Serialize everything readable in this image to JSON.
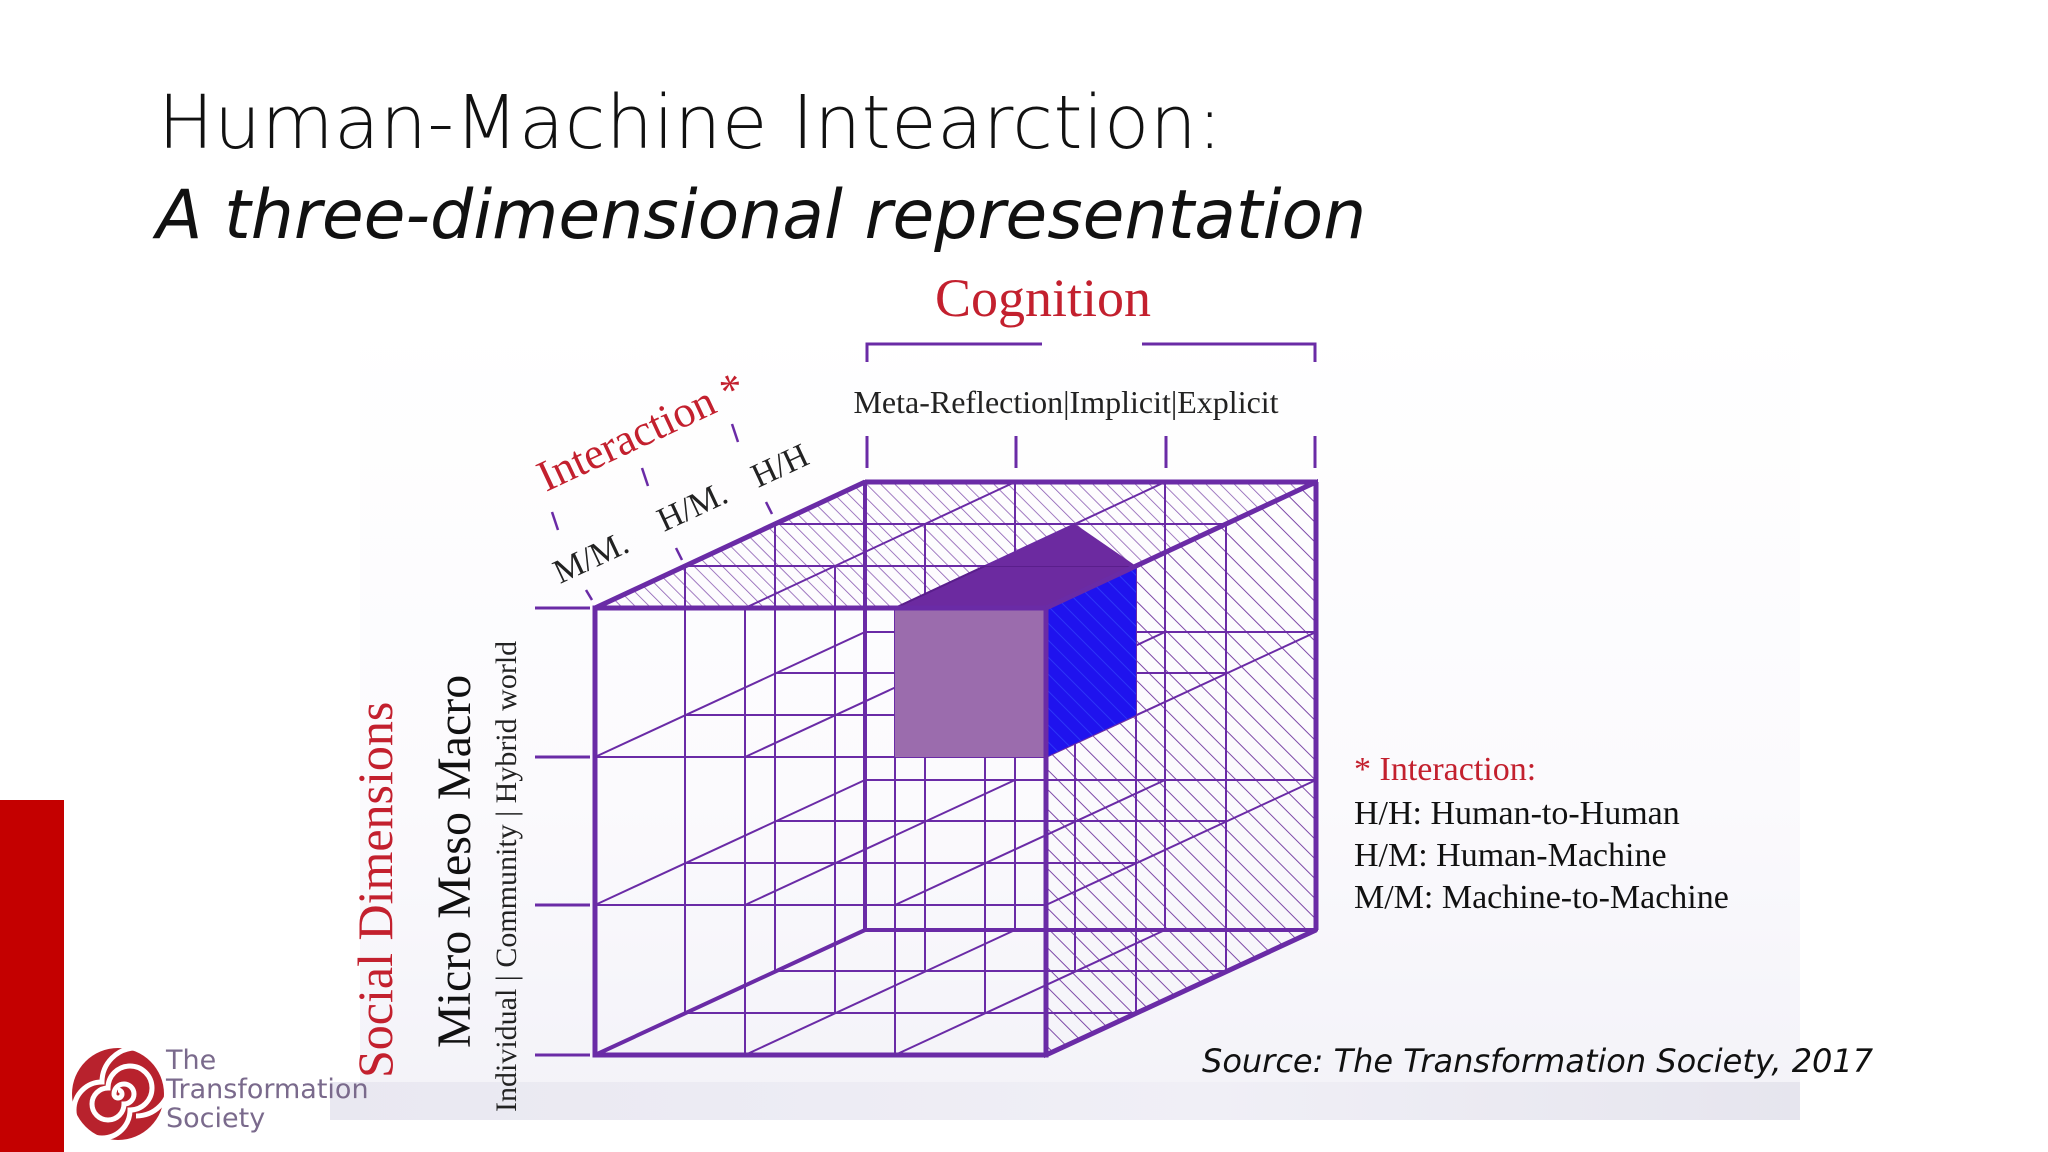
{
  "slide": {
    "title": "Human-Machine Intearction:",
    "subtitle": "A three-dimensional representation",
    "source": "Source: The Transformation Society, 2017"
  },
  "diagram": {
    "cognition_label": "Cognition",
    "cognition_levels": "Meta-Reflection|Implicit|Explicit",
    "interaction_label": "Interaction *",
    "interaction_levels": [
      "M/M.",
      "H/M.",
      "H/H"
    ],
    "social_label": "Social Dimensions",
    "social_levels": "Micro Meso Macro",
    "social_sublevels": "Individual | Community | Hybrid world",
    "legend": {
      "title": "* Interaction:",
      "items": [
        "H/H: Human-to-Human",
        "H/M: Human-Machine",
        "M/M: Machine-to-Machine"
      ]
    },
    "colors": {
      "frame": "#6a2ba6",
      "label_red": "#c3202e",
      "face_front": "#9b6cad",
      "face_top": "#6c2aa0",
      "face_side": "#1f13ee"
    }
  },
  "logo": {
    "line1": "The",
    "line2": "Transformation",
    "line3": "Society"
  }
}
